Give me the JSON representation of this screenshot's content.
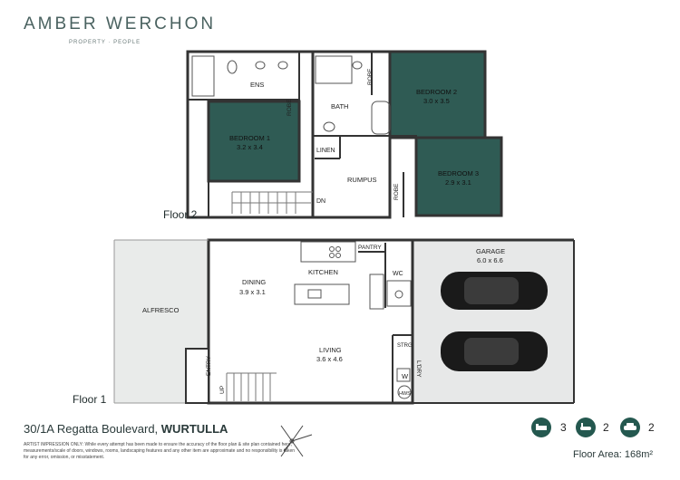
{
  "brand": {
    "name": "AMBER WERCHON",
    "tagline": "PROPERTY · PEOPLE"
  },
  "floors": {
    "floor2": "Floor 2",
    "floor1": "Floor 1"
  },
  "rooms": {
    "ens": "ENS",
    "robe": "ROBE",
    "bath": "BATH",
    "bedroom2": {
      "name": "BEDROOM 2",
      "dim": "3.0 x 3.5"
    },
    "bedroom1": {
      "name": "BEDROOM 1",
      "dim": "3.2 x 3.4"
    },
    "linen": "LINEN",
    "rumpus": "RUMPUS",
    "bedroom3": {
      "name": "BEDROOM 3",
      "dim": "2.9 x 3.1"
    },
    "dn": "DN",
    "pantry": "PANTRY",
    "garage": {
      "name": "GARAGE",
      "dim": "6.0 x 6.6"
    },
    "kitchen": "KITCHEN",
    "dining": {
      "name": "DINING",
      "dim": "3.9 x 3.1"
    },
    "wc": "WC",
    "alfresco": "ALFRESCO",
    "living": {
      "name": "LIVING",
      "dim": "3.6 x 4.6"
    },
    "strg": "STRG",
    "ldry": "L'DRY",
    "w": "W",
    "hws": "HWS",
    "entry": "ENTRY",
    "up": "UP"
  },
  "address": {
    "street": "30/1A Regatta Boulevard, ",
    "suburb": "WURTULLA"
  },
  "disclaimer": "ARTIST IMPRESSION ONLY: While every attempt has been made to ensure the accuracy of the floor plan & site plan contained here, measurements/scale of doors, windows, rooms, landscaping features and any other item are approximate and no responsibility is taken for any error, omission, or misstatement.",
  "features": {
    "beds": "3",
    "baths": "2",
    "cars": "2",
    "bed_icon": "bed-icon",
    "bath_icon": "bath-icon",
    "car_icon": "car-icon"
  },
  "floor_area": "Floor Area: 168m²",
  "colors": {
    "bedroom": "#2f5b54",
    "wall": "#3a3a3a",
    "alfresco": "#e9ebea",
    "garage": "#e7e8e8",
    "accent": "#24584f"
  }
}
